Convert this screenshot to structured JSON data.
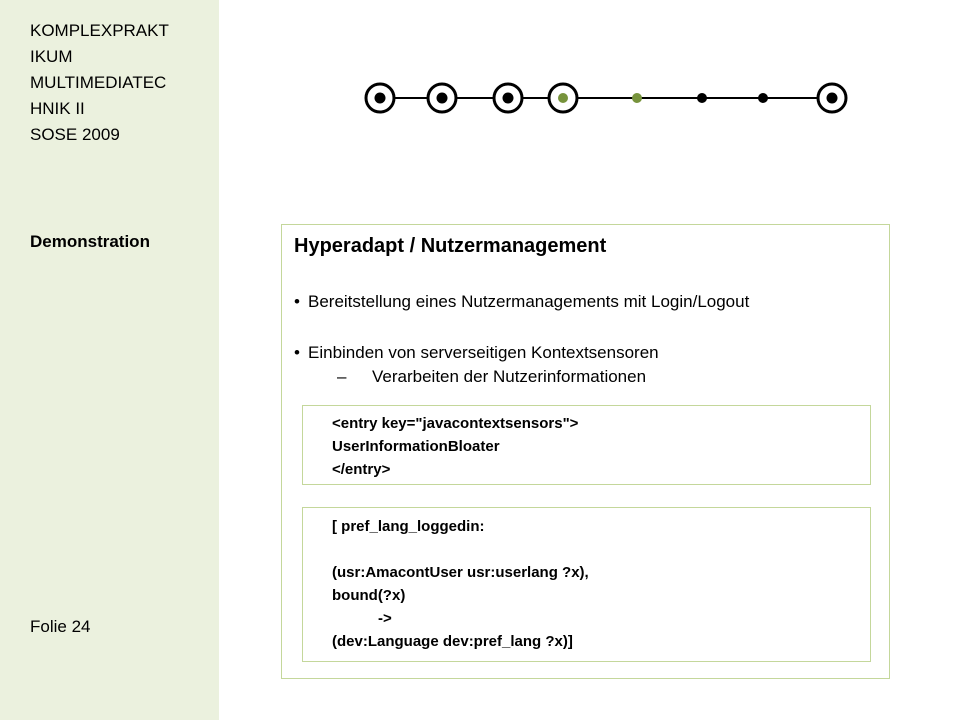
{
  "sidebar": {
    "course_title": "KOMPLEXPRAKT\nIKUM\nMULTIMEDIATEC\nHNIK II\nSOSE 2009",
    "section": "Demonstration",
    "slide_number": "Folie 24"
  },
  "progress": {
    "total_steps": 8,
    "current_step": 4,
    "accent_color": "#77933c"
  },
  "content": {
    "heading": "Hyperadapt / Nutzermanagement",
    "bullets": [
      "Bereitstellung eines Nutzermanagements mit Login/Logout",
      "Einbinden von serverseitigen Kontextsensoren"
    ],
    "sub_bullet": "Verarbeiten der Nutzerinformationen",
    "code_box_1": [
      "<entry key=\"javacontextsensors\">",
      "UserInformationBloater",
      "</entry>"
    ],
    "code_box_2": [
      "[ pref_lang_loggedin:",
      "(usr:AmacontUser usr:userlang ?x),",
      "bound(?x)",
      "->",
      "(dev:Language dev:pref_lang ?x)]"
    ]
  },
  "colors": {
    "sidebar_bg": "#ebf1de",
    "frame_border": "#c4d79b",
    "accent": "#77933c"
  }
}
